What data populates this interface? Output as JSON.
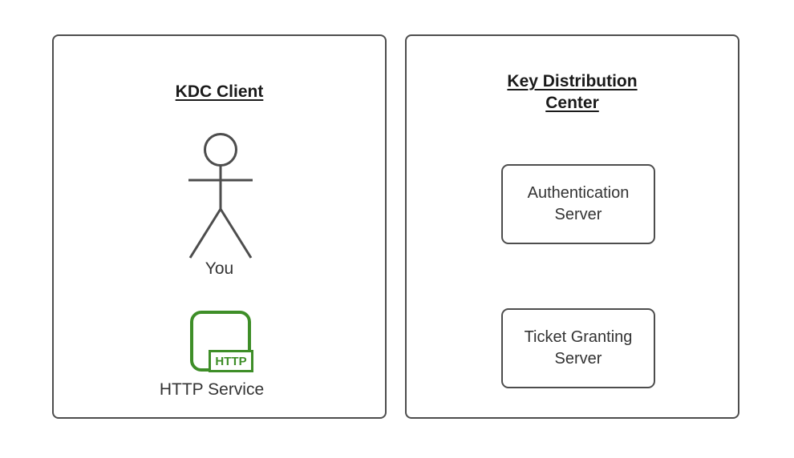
{
  "colors": {
    "background": "#ffffff",
    "shape_stroke": "#4d4d4d",
    "title_text": "#1a1a1a",
    "body_text": "#333333",
    "accent_green": "#3e8e28"
  },
  "client_panel": {
    "title": "KDC Client",
    "actor": {
      "icon": "stick-figure-actor-icon",
      "label": "You"
    },
    "http_service": {
      "icon": "http-service-icon",
      "badge_label": "HTTP",
      "label": "HTTP Service"
    }
  },
  "kdc_panel": {
    "title": "Key Distribution Center",
    "servers": [
      {
        "label": "Authentication Server"
      },
      {
        "label": "Ticket Granting Server"
      }
    ]
  }
}
